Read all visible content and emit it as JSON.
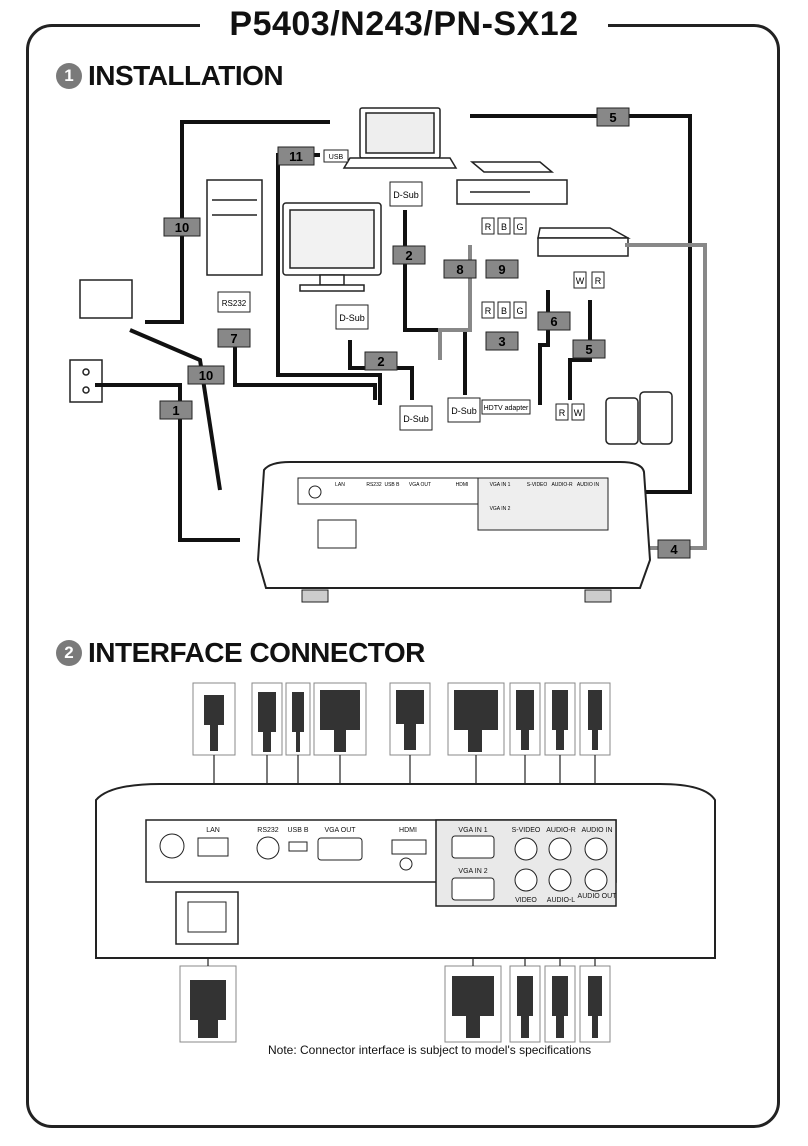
{
  "header": {
    "model": "P5403/N243/PN-SX12"
  },
  "sections": [
    {
      "number": "1",
      "title": "INSTALLATION"
    },
    {
      "number": "2",
      "title": "INTERFACE CONNECTOR"
    }
  ],
  "cables": [
    "1",
    "2",
    "2",
    "3",
    "4",
    "5",
    "5",
    "6",
    "7",
    "8",
    "9",
    "10",
    "10",
    "11"
  ],
  "connector_labels": {
    "dsub": "D-Sub",
    "usb": "USB",
    "rs232": "RS232",
    "hdtv": "HDTV adapter",
    "r": "R",
    "b": "B",
    "g": "G",
    "w": "W"
  },
  "ports": {
    "lan": "LAN",
    "rs232": "RS232",
    "usb_b": "USB B",
    "vga_out": "VGA OUT",
    "hdmi": "HDMI",
    "vga_in1": "VGA IN 1",
    "vga_in2": "VGA IN 2",
    "svideo": "S-VIDEO",
    "video": "VIDEO",
    "audio_r": "AUDIO-R",
    "audio_l": "AUDIO-L",
    "audio_in": "AUDIO IN",
    "audio_out": "AUDIO OUT"
  },
  "note": "Note: Connector interface is subject to model's specifications"
}
